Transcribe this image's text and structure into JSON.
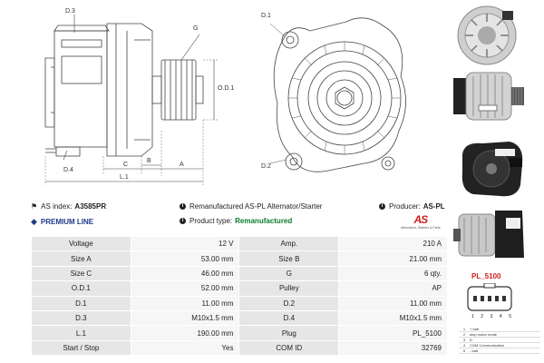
{
  "drawing": {
    "labels": {
      "d3_side": "D.3",
      "g": "G",
      "od1": "O.D.1",
      "d4": "D.4",
      "c": "C",
      "b": "B",
      "a": "A",
      "l1": "L.1",
      "d1": "D.1",
      "d2": "D.2"
    }
  },
  "info": {
    "as_index_label": "AS index:",
    "as_index_value": "A3585PR",
    "premium_line": "PREMIUM LINE",
    "remanufactured_text": "Remanufactured AS-PL Alternator/Starter",
    "product_type_label": "Product type:",
    "product_type_value": "Remanufactured",
    "producer_label": "Producer:",
    "producer_value": "AS-PL",
    "logo_tagline": "Alternators, Starters & Parts"
  },
  "specs": [
    [
      "Voltage",
      "12 V",
      "Amp.",
      "210 A"
    ],
    [
      "Size A",
      "53.00 mm",
      "Size B",
      "21.00 mm"
    ],
    [
      "Size C",
      "46.00 mm",
      "G",
      "6 qty."
    ],
    [
      "O.D.1",
      "52.00 mm",
      "Pulley",
      "AP"
    ],
    [
      "D.1",
      "11.00 mm",
      "D.2",
      "11.00 mm"
    ],
    [
      "D.3",
      "M10x1.5 mm",
      "D.4",
      "M10x1.5 mm"
    ],
    [
      "L.1",
      "190.00 mm",
      "Plug",
      "PL_5100"
    ],
    [
      "Start / Stop",
      "Yes",
      "COM ID",
      "32769"
    ]
  ],
  "plug": {
    "title": "PL_5100",
    "pins": [
      "1",
      "2",
      "3",
      "4",
      "5"
    ],
    "legend": [
      [
        "1",
        "+ batt"
      ],
      [
        "2",
        "stop motor mode"
      ],
      [
        "3",
        "D"
      ],
      [
        "4",
        "COM Communication"
      ],
      [
        "5",
        "- batt"
      ]
    ]
  },
  "colors": {
    "accent_red": "#cc1f1f",
    "green": "#0a7a2a",
    "premium_blue": "#1f3a8a"
  }
}
